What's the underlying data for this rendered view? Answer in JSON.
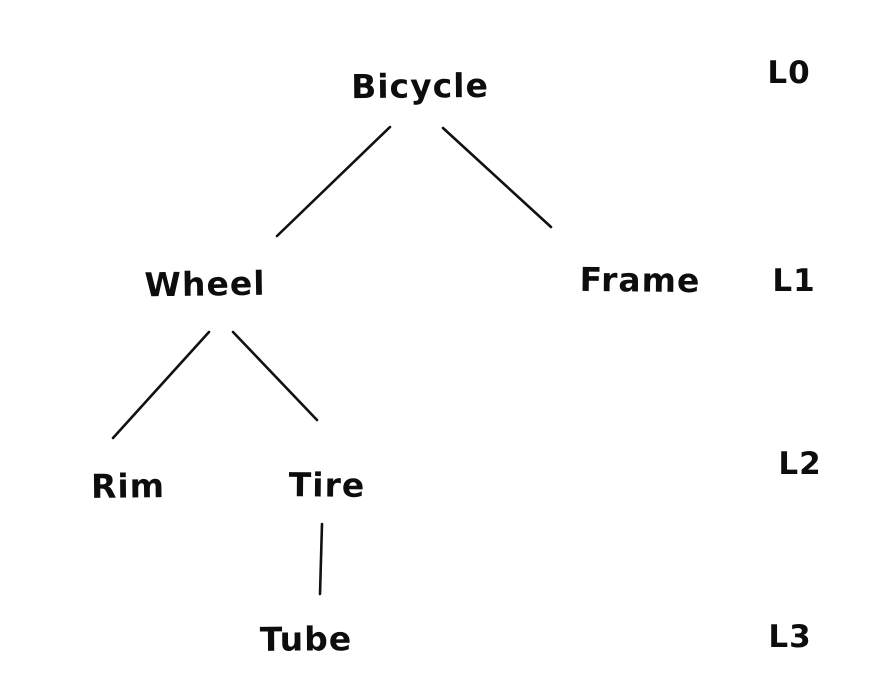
{
  "diagram": {
    "type": "tree",
    "style": "hand-drawn",
    "background_color": "#ffffff",
    "ink_color": "#111111",
    "nodes": {
      "bicycle": {
        "label": "Bicycle",
        "level": "L0"
      },
      "wheel": {
        "label": "Wheel",
        "level": "L1"
      },
      "frame": {
        "label": "Frame",
        "level": "L1"
      },
      "rim": {
        "label": "Rim",
        "level": "L2"
      },
      "tire": {
        "label": "Tire",
        "level": "L2"
      },
      "tube": {
        "label": "Tube",
        "level": "L3"
      }
    },
    "edges": [
      {
        "from": "Bicycle",
        "to": "Wheel"
      },
      {
        "from": "Bicycle",
        "to": "Frame"
      },
      {
        "from": "Wheel",
        "to": "Rim"
      },
      {
        "from": "Wheel",
        "to": "Tire"
      },
      {
        "from": "Tire",
        "to": "Tube"
      }
    ],
    "level_labels": {
      "l0": "L0",
      "l1": "L1",
      "l2": "L2",
      "l3": "L3"
    }
  }
}
